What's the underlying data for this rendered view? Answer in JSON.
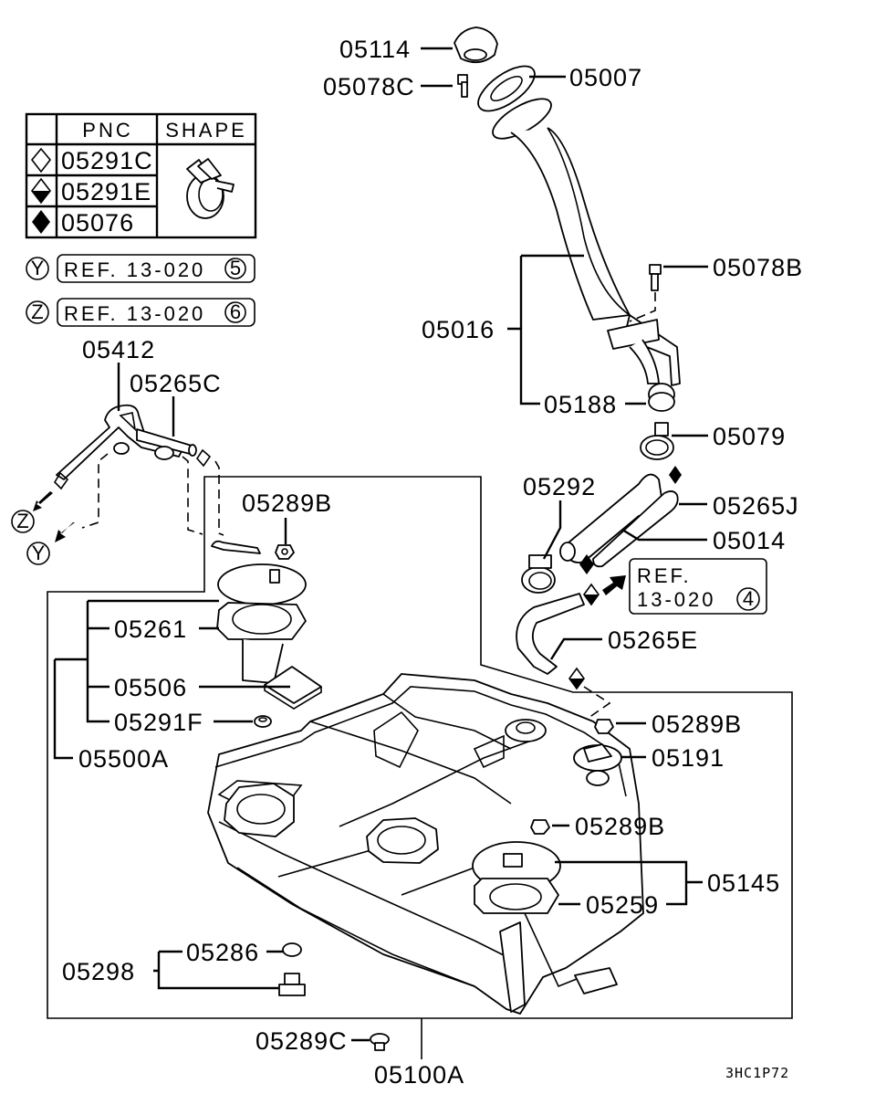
{
  "legend": {
    "headers": {
      "pnc": "PNC",
      "shape": "SHAPE"
    },
    "rows": [
      {
        "symbol": "diamond-outline-icon",
        "pnc": "05291C"
      },
      {
        "symbol": "diamond-half-filled-icon",
        "pnc": "05291E"
      },
      {
        "symbol": "diamond-filled-icon",
        "pnc": "05076"
      }
    ],
    "shape_icon": "hose-clamp-icon"
  },
  "references": [
    {
      "marker": "Y",
      "text": "REF. 13-020",
      "circle": "5"
    },
    {
      "marker": "Z",
      "text": "REF. 13-020",
      "circle": "6"
    },
    {
      "line1": "REF.",
      "line2": "13-020",
      "circle": "4"
    }
  ],
  "markers": {
    "z": "Z",
    "y": "Y"
  },
  "parts": {
    "p05114": "05114",
    "p05078C": "05078C",
    "p05007": "05007",
    "p05078B": "05078B",
    "p05016": "05016",
    "p05188": "05188",
    "p05079": "05079",
    "p05412": "05412",
    "p05265C": "05265C",
    "p05292": "05292",
    "p05265J": "05265J",
    "p05014": "05014",
    "p05289B_a": "05289B",
    "p05265E": "05265E",
    "p05261": "05261",
    "p05506": "05506",
    "p05291F": "05291F",
    "p05500A": "05500A",
    "p05289B_b": "05289B",
    "p05191": "05191",
    "p05289B_c": "05289B",
    "p05145": "05145",
    "p05259": "05259",
    "p05298": "05298",
    "p05286": "05286",
    "p05289C": "05289C",
    "p05100A": "05100A"
  },
  "diagram_code": "3HC1P72"
}
